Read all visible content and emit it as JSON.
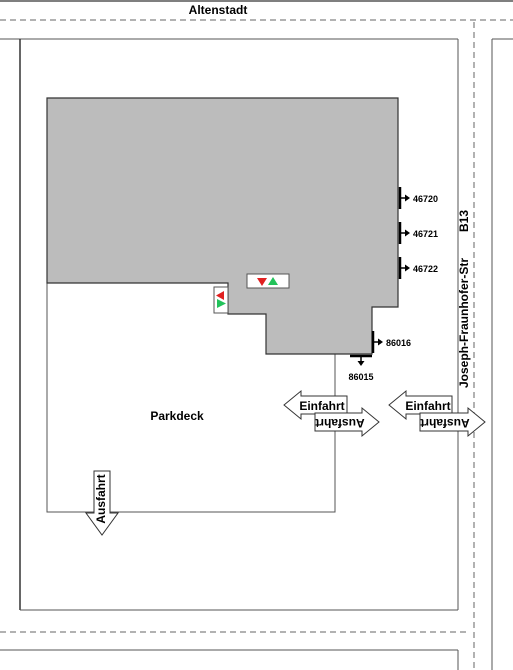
{
  "map": {
    "streets": {
      "top": "Altenstadt",
      "right_name": "Joseph-Fraunhofer-Str",
      "right_route": "B13"
    },
    "area": {
      "parking_label": "Parkdeck"
    },
    "gates": {
      "g46720": "46720",
      "g46721": "46721",
      "g46722": "46722",
      "g86016": "86016",
      "g86015": "86015"
    },
    "arrows": {
      "entry_1": "Einfahrt",
      "exit_1": "Ausfahrt",
      "entry_2": "Einfahrt",
      "exit_2": "Ausfahrt",
      "exit_3": "Ausfahrt"
    },
    "colors": {
      "building_fill": "#bcbcbc",
      "triangle_red": "#e02020",
      "triangle_green": "#22c25a",
      "line": "#000000",
      "dashed": "#666666"
    }
  }
}
